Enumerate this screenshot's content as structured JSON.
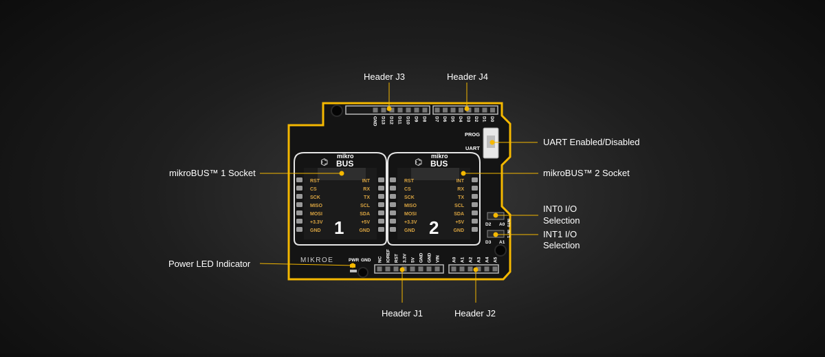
{
  "colors": {
    "accent": "#f5b800",
    "board": "#141414",
    "label_text": "#ffffff",
    "pin_label": "#d9a441"
  },
  "callouts": {
    "header_j3": "Header J3",
    "header_j4": "Header J4",
    "uart": "UART Enabled/Disabled",
    "mikrobus1": "mikroBUS™ 1 Socket",
    "mikrobus2": "mikroBUS™ 2 Socket",
    "int0_line1": "INT0 I/O",
    "int0_line2": "Selection",
    "int1_line1": "INT1 I/O",
    "int1_line2": "Selection",
    "power_led": "Power LED Indicator",
    "header_j1": "Header J1",
    "header_j2": "Header J2"
  },
  "board": {
    "brand": "MIKROE",
    "logo_top": "mikro",
    "logo_bottom": "BUS",
    "socket1_number": "1",
    "socket2_number": "2",
    "left_pins": [
      "RST",
      "CS",
      "SCK",
      "MISO",
      "MOSI",
      "+3.3V",
      "GND"
    ],
    "right_pins": [
      "INT",
      "RX",
      "TX",
      "SCL",
      "SDA",
      "+5V",
      "GND"
    ],
    "j3_pins": [
      "GND",
      "D13",
      "D12",
      "D11",
      "D10",
      "D9",
      "D8"
    ],
    "j4_pins": [
      "D7",
      "D6",
      "D5",
      "D4",
      "D3",
      "D2",
      "D1",
      "D0"
    ],
    "j1_pins": [
      "NC",
      "IOREF",
      "RST",
      "3.3V",
      "5V",
      "GND",
      "GND",
      "VIN"
    ],
    "j2_pins": [
      "A0",
      "A1",
      "A2",
      "A3",
      "A4",
      "A5"
    ],
    "switch_prog": "PROG",
    "switch_uart": "UART",
    "pwr_label": "PWR",
    "gnd_label": "GND",
    "int0_left": "D2",
    "int0_right": "A0",
    "int0_tag": "INT0",
    "int1_left": "D3",
    "int1_right": "A1",
    "int1_tag": "INT1"
  }
}
